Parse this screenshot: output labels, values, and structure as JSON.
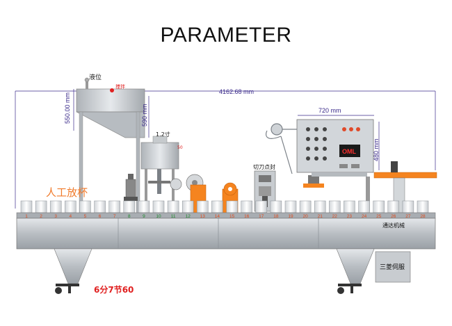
{
  "title": "PARAMETER",
  "labels": {
    "liquid_level": "液位",
    "stirrer": "搅拌",
    "width_total": "4162.68 mm",
    "height_tank": "550.00 mm",
    "height_hopper": "590 mm",
    "size_cun": "1.2寸",
    "small_dim": "50",
    "panel_width": "720 mm",
    "panel_height": "480 mm",
    "panel_brand": "OML",
    "cutter_seal": "切刀点封",
    "manual_cup": "人工放杯",
    "gear": "通达机械",
    "servo": "三菱伺服",
    "spec": "6分7节60"
  },
  "stations": [
    "1",
    "2",
    "3",
    "4",
    "5",
    "6",
    "7",
    "8",
    "9",
    "10",
    "11",
    "12",
    "13",
    "14",
    "15",
    "16",
    "17",
    "18",
    "19",
    "20",
    "21",
    "22",
    "23",
    "24",
    "25",
    "26",
    "27",
    "28"
  ],
  "colors": {
    "frame": "#9aa0a6",
    "steel": "#c4c9cd",
    "orange": "#f5841f",
    "red_text": "#e02020",
    "dim": "#3a2a8a",
    "panel_screen": "#1a1a1a"
  }
}
